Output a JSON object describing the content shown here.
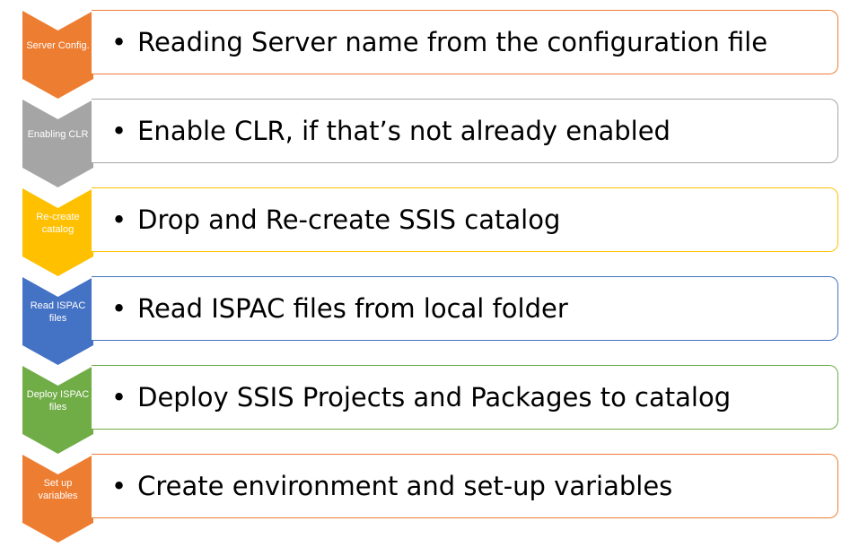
{
  "steps": [
    {
      "label": "Server Config.",
      "text": "Reading Server name from the configuration file",
      "color": "#ED7D31"
    },
    {
      "label": "Enabling CLR",
      "text": "Enable CLR, if that’s not already enabled",
      "color": "#A5A5A5"
    },
    {
      "label": "Re-create catalog",
      "text": "Drop and Re-create SSIS catalog",
      "color": "#FFC000"
    },
    {
      "label": "Read ISPAC files",
      "text": "Read ISPAC files from local folder",
      "color": "#4472C4"
    },
    {
      "label": "Deploy ISPAC files",
      "text": "Deploy SSIS Projects and Packages to catalog",
      "color": "#70AD47"
    },
    {
      "label": "Set up variables",
      "text": "Create environment and set-up variables",
      "color": "#ED7D31"
    }
  ],
  "bullet_symbol": "•"
}
